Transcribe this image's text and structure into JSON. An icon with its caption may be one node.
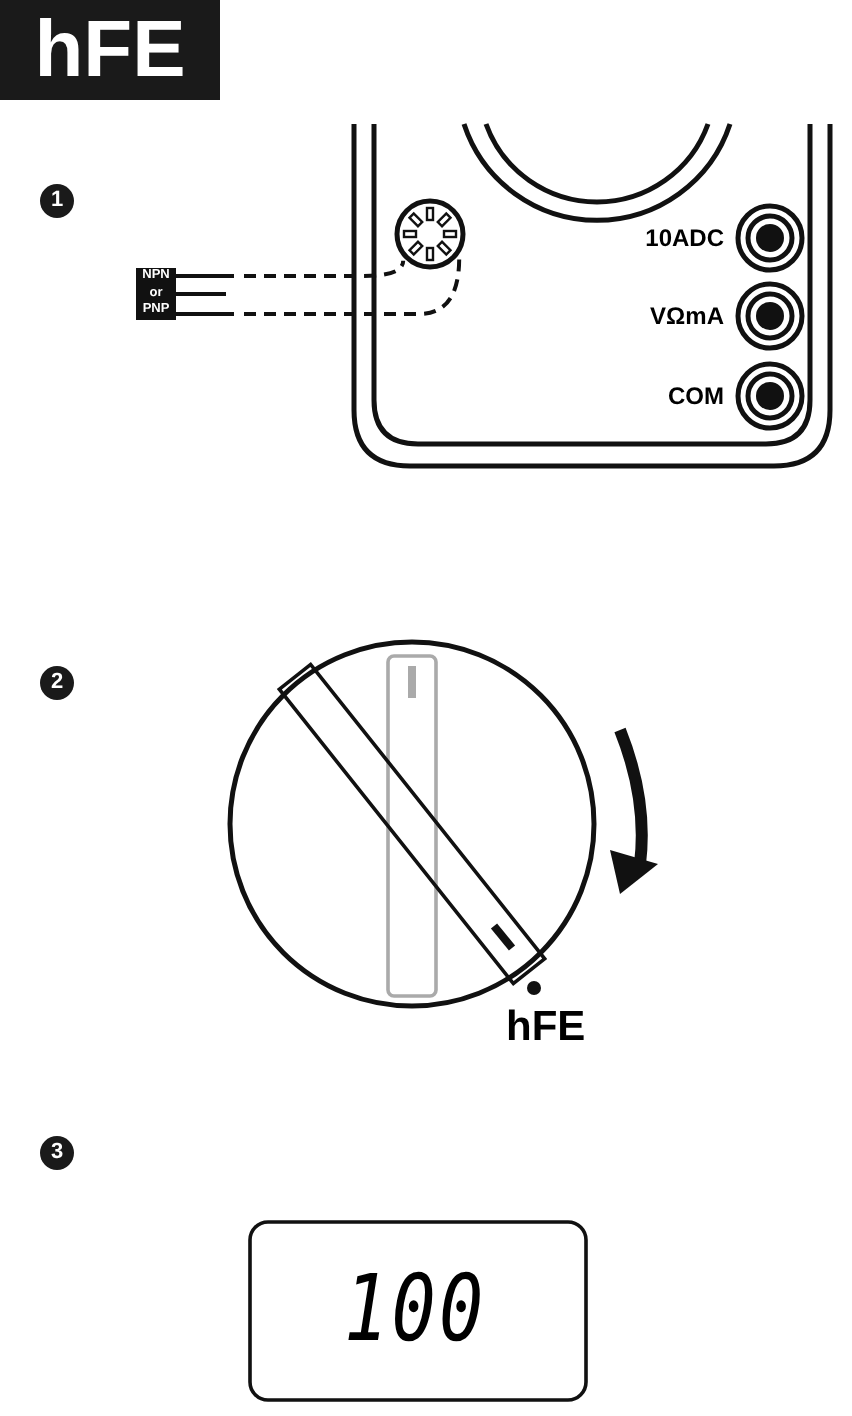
{
  "diagram": {
    "title": "hFE",
    "nodes": [
      {
        "text": [
          "NPN or PNP"
        ]
      },
      {
        "text": [],
        "shape": "circle"
      }
    ],
    "edges": [
      {
        "from": 0,
        "to": 1,
        "arrow": "none",
        "style": "dashed"
      },
      {
        "from": 0,
        "to": 1,
        "arrow": "none",
        "style": "dashed"
      }
    ],
    "labels": [
      "1",
      "10ADC",
      "VΩmA",
      "COM",
      "2",
      "hFE",
      "3",
      "100"
    ]
  }
}
